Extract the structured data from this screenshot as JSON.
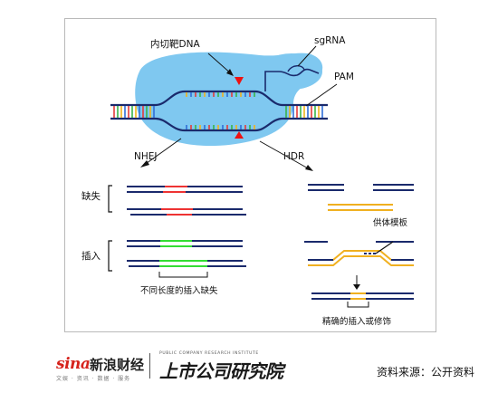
{
  "diagram": {
    "labels": {
      "nick_dna": "内切靶DNA",
      "sgrna": "sgRNA",
      "pam": "PAM",
      "nhej": "NHEJ",
      "hdr": "HDR",
      "deletion": "缺失",
      "insertion": "插入",
      "donor_template": "供体模板",
      "indel_caption": "不同长度的插入缺失",
      "precise_caption": "精确的插入或修饰"
    },
    "colors": {
      "dna_strand": "#1a2a6c",
      "cas9_body": "#7fc8f0",
      "cut_marker": "#ee1111",
      "deletion": "#ee3333",
      "insertion": "#33dd33",
      "donor": "#f0b020"
    }
  },
  "footer": {
    "sina_logo": "sina",
    "sina_cn": "新浪财经",
    "sina_sub": "文娱 · 资讯 · 数据 · 服务",
    "institute_small": "PUBLIC COMPANY RESEARCH INSTITUTE",
    "institute": "上市公司研究院",
    "source": "资料来源：公开资料"
  }
}
